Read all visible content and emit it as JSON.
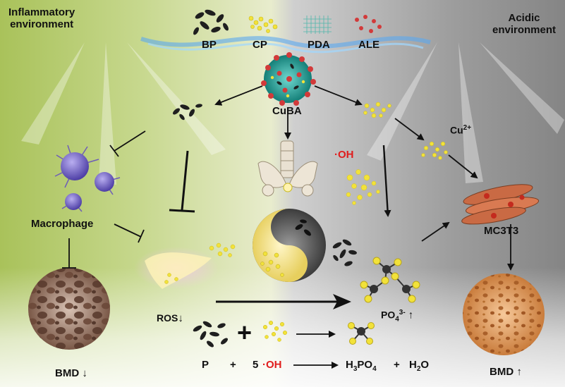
{
  "labels": {
    "inflammatory_1": "Inflammatory",
    "inflammatory_2": "environment",
    "acidic_1": "Acidic",
    "acidic_2": "environment",
    "bp": "BP",
    "cp": "CP",
    "pda": "PDA",
    "ale": "ALE",
    "cuba": "CuBA",
    "cu": "Cu",
    "cu_sup": "2+",
    "oh": "·OH",
    "macrophage": "Macrophage",
    "mc3t3": "MC3T3",
    "ros": "ROS",
    "po4": "PO",
    "po4_sub": "4",
    "po4_sup": "3-",
    "bmd_left": "BMD",
    "bmd_right": "BMD",
    "down_arrow": "↓",
    "up_arrow": "↑"
  },
  "equation": {
    "p": "P",
    "plus1": "+",
    "coef": "5",
    "oh": "·OH",
    "h3po4_h3": "H",
    "h3po4_sub3": "3",
    "h3po4_po": "PO",
    "h3po4_sub4": "4",
    "plus2": "+",
    "h2o_h": "H",
    "h2o_sub2": "2",
    "h2o_o": "O",
    "plus_big": "+"
  },
  "colors": {
    "left_bg": "#a9c25a",
    "right_bg": "#858585",
    "cuba_core": "#2fa8a0",
    "bp_particles": "#1f1f1f",
    "cp_particles": "#f2e23a",
    "ale_particles": "#d23a3a",
    "pda_mesh": "#3cb3a6",
    "macrophage": "#7b6cc9",
    "bone_left": "#8b6b5a",
    "bone_right": "#e2a067",
    "oh_text": "#e01c1c"
  }
}
